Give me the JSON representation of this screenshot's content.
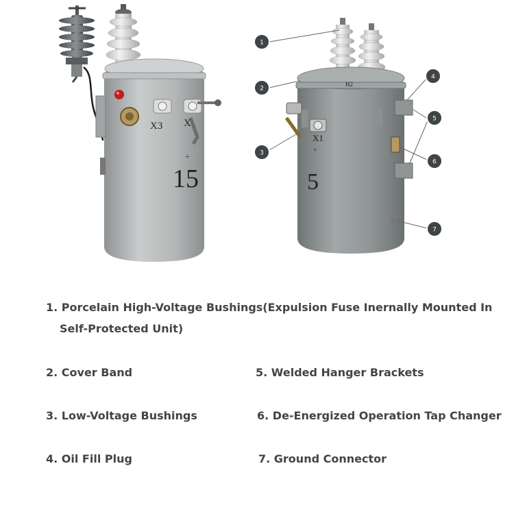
{
  "tank_labels": {
    "left_x3": "X3",
    "left_x1": "X",
    "left_rating": "15",
    "right_h2": "H2",
    "right_x1": "X1",
    "right_rating": "5"
  },
  "callouts": [
    "1",
    "2",
    "3",
    "4",
    "5",
    "6",
    "7"
  ],
  "legend": {
    "item1_line1": "1. Porcelain High-Voltage Bushings(Expulsion Fuse Inernally Mounted In",
    "item1_line2": "Self-Protected Unit)",
    "item2": "2. Cover Band",
    "item3": "3. Low-Voltage Bushings",
    "item4": "4. Oil Fill Plug",
    "item5": "5. Welded Hanger Brackets",
    "item6": "6. De-Energized Operation Tap Changer",
    "item7": "7. Ground Connector"
  },
  "colors": {
    "tank_gray": "#b3b6b6",
    "callout_fill": "#3f4446",
    "legend_text": "#444444"
  }
}
